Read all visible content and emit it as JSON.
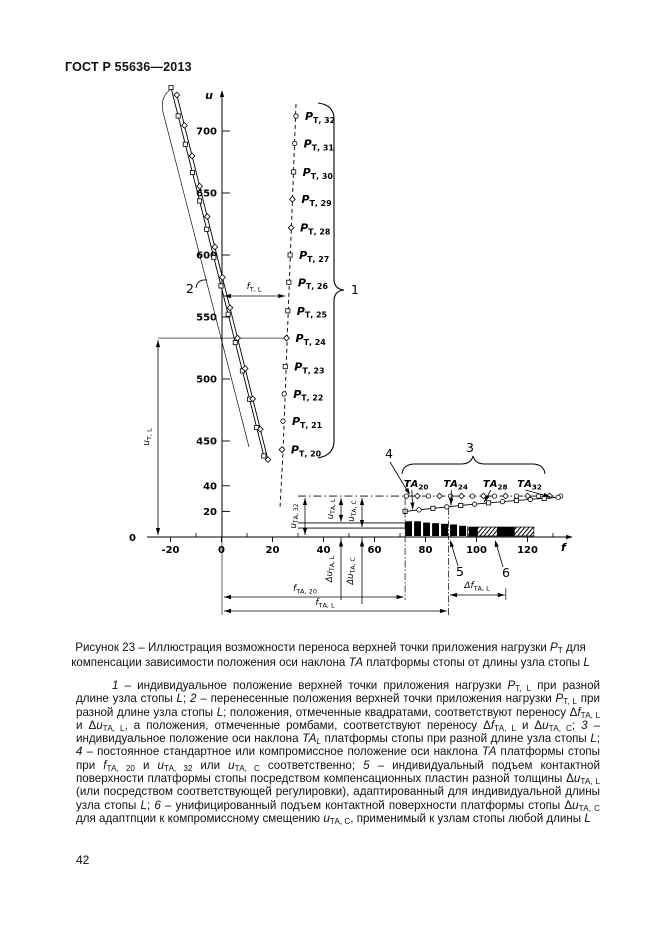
{
  "header": {
    "title": "ГОСТ Р 55636—2013"
  },
  "footer": {
    "page_number": "42"
  },
  "caption": {
    "segments": [
      {
        "t": "Рисунок 23 – Иллюстрация возможности переноса верхней точки приложения нагрузки "
      },
      {
        "t": "P",
        "s": "i"
      },
      {
        "t": "Т",
        "s": "sub"
      },
      {
        "t": " для компенсации зависимости положения оси наклона "
      },
      {
        "t": "ТА",
        "s": "i"
      },
      {
        "t": " платформы стопы от длины узла стопы "
      },
      {
        "t": "L",
        "s": "i"
      }
    ]
  },
  "legend": {
    "segments": [
      {
        "t": "1",
        "s": "i"
      },
      {
        "t": " – индивидуальное положение верхней точки приложения нагрузки "
      },
      {
        "t": "P",
        "s": "i"
      },
      {
        "t": "Т, L",
        "s": "sub"
      },
      {
        "t": " при разной длине узла стопы "
      },
      {
        "t": "L",
        "s": "i"
      },
      {
        "t": "; "
      },
      {
        "t": "2",
        "s": "i"
      },
      {
        "t": " – перенесенные положения верхней точки приложения нагрузки "
      },
      {
        "t": "P",
        "s": "i"
      },
      {
        "t": "Т, L",
        "s": "sub"
      },
      {
        "t": " при разной длине узла стопы "
      },
      {
        "t": "L",
        "s": "i"
      },
      {
        "t": "; положения, отмеченные квадратами, соответствуют переносу Δ"
      },
      {
        "t": "f",
        "s": "i"
      },
      {
        "t": "ТА, L",
        "s": "sub"
      },
      {
        "t": " и Δ"
      },
      {
        "t": "u",
        "s": "i"
      },
      {
        "t": "ТА, L",
        "s": "sub"
      },
      {
        "t": ", а положения, отмеченные ромбами, соответствуют переносу Δ"
      },
      {
        "t": "f",
        "s": "i"
      },
      {
        "t": "ТА, L",
        "s": "sub"
      },
      {
        "t": " и Δ"
      },
      {
        "t": "u",
        "s": "i"
      },
      {
        "t": "ТА, С",
        "s": "sub"
      },
      {
        "t": "; "
      },
      {
        "t": "3",
        "s": "i"
      },
      {
        "t": " – индивидуальное положение оси наклона "
      },
      {
        "t": "ТА",
        "s": "i"
      },
      {
        "t": "L",
        "s": "isub"
      },
      {
        "t": " платформы стопы при разной длине узла стопы "
      },
      {
        "t": "L",
        "s": "i"
      },
      {
        "t": "; "
      },
      {
        "t": "4",
        "s": "i"
      },
      {
        "t": " – постоянное стандартное или компромиссное положение оси наклона "
      },
      {
        "t": "ТА",
        "s": "i"
      },
      {
        "t": " платформы стопы при "
      },
      {
        "t": "f",
        "s": "i"
      },
      {
        "t": "ТА, 20",
        "s": "sub"
      },
      {
        "t": " и "
      },
      {
        "t": "u",
        "s": "i"
      },
      {
        "t": "ТА, 32",
        "s": "sub"
      },
      {
        "t": " или "
      },
      {
        "t": "u",
        "s": "i"
      },
      {
        "t": "ТА, С",
        "s": "sub"
      },
      {
        "t": " соответственно; "
      },
      {
        "t": "5",
        "s": "i"
      },
      {
        "t": " – индивидуальный подъем контактной поверхности платформы стопы посредством компенсационных пластин разной толщины Δ"
      },
      {
        "t": "u",
        "s": "i"
      },
      {
        "t": "ТА, L",
        "s": "sub"
      },
      {
        "t": " (или посредством соответствующей регулировки), адаптированный для индивидуальной длины узла стопы "
      },
      {
        "t": "L",
        "s": "i"
      },
      {
        "t": "; "
      },
      {
        "t": "6",
        "s": "i"
      },
      {
        "t": " – унифицированный подъем контактной поверхности платформы стопы Δ"
      },
      {
        "t": "u",
        "s": "i"
      },
      {
        "t": "ТА, С",
        "s": "sub"
      },
      {
        "t": " для адаптпции к компромиссному смещению "
      },
      {
        "t": "u",
        "s": "i"
      },
      {
        "t": "ТА, С",
        "s": "sub"
      },
      {
        "t": ", применимый к узлам стопы любой длины "
      },
      {
        "t": "L",
        "s": "i"
      }
    ]
  },
  "chart_data": {
    "type": "line",
    "title": "Рисунок 23",
    "axes": {
      "y_label": "u",
      "x_label": "f",
      "y_ticks_upper": [
        700,
        650,
        600,
        550,
        500,
        450
      ],
      "y_ticks_lower": [
        40,
        20
      ],
      "x_ticks": [
        -20,
        0,
        20,
        40,
        60,
        80,
        100,
        120
      ],
      "minor_x_ticks": [
        -10,
        10,
        30,
        50,
        70,
        90,
        110,
        130
      ],
      "origin_label": "0",
      "y_axis_break": true,
      "grid": false
    },
    "individual_load_points": {
      "callout": "1",
      "labels": [
        {
          "main": "P",
          "sub": "Т, 32"
        },
        {
          "main": "P",
          "sub": "Т, 31"
        },
        {
          "main": "P",
          "sub": "Т, 30"
        },
        {
          "main": "P",
          "sub": "Т, 29"
        },
        {
          "main": "P",
          "sub": "Т, 28"
        },
        {
          "main": "P",
          "sub": "Т, 27"
        },
        {
          "main": "P",
          "sub": "Т, 26"
        },
        {
          "main": "P",
          "sub": "Т, 25"
        },
        {
          "main": "P",
          "sub": "Т, 24"
        },
        {
          "main": "P",
          "sub": "Т, 23"
        },
        {
          "main": "P",
          "sub": "Т, 22"
        },
        {
          "main": "P",
          "sub": "Т, 21"
        },
        {
          "main": "P",
          "sub": "Т, 20"
        }
      ],
      "u": [
        712,
        690,
        667,
        645,
        622,
        600,
        578,
        555,
        533,
        510,
        488,
        466,
        443
      ],
      "f": [
        29.2,
        28.7,
        28.3,
        27.8,
        27.3,
        26.9,
        26.4,
        26.0,
        25.5,
        25.0,
        24.6,
        24.1,
        23.7
      ],
      "marker_cycle": [
        "circle",
        "circle",
        "square",
        "diamond",
        "diamond",
        "square",
        "square",
        "square",
        "diamond",
        "square",
        "circle",
        "circle",
        "diamond"
      ]
    },
    "transferred_load_points": {
      "callout": "2",
      "square_line": {
        "f": [
          -19.8,
          16.6
        ],
        "u": [
          735,
          438
        ]
      },
      "diamond_line": {
        "f": [
          -17.5,
          18.2
        ],
        "u": [
          729,
          435
        ]
      }
    },
    "tilt_axis_TA": {
      "callout": "3",
      "labels": [
        {
          "main": "ТА",
          "sub": "20"
        },
        {
          "main": "ТА",
          "sub": "24"
        },
        {
          "main": "ТА",
          "sub": "28"
        },
        {
          "main": "ТА",
          "sub": "32"
        }
      ],
      "label_f": [
        71.5,
        87,
        102.5,
        116
      ],
      "arrow_f": [
        75,
        90,
        103,
        129
      ],
      "upper_line": {
        "u": 32,
        "f_range": [
          72.5,
          133
        ]
      },
      "lower_line": {
        "f_range": [
          72,
          132
        ],
        "u_range": [
          20,
          31
        ]
      }
    },
    "constant_axis_line": {
      "callout": "4",
      "u": 32,
      "f_range": [
        30,
        133
      ]
    },
    "ref_lines": {
      "double_line_u": [
        11,
        7
      ],
      "double_line_f_range": [
        30,
        72
      ]
    },
    "plates_individual": {
      "callout": "5",
      "f_start": 72,
      "heights_u": [
        11.5,
        11.5,
        10.5,
        10,
        9.5,
        9,
        8
      ]
    },
    "plates_unified": {
      "callout": "6",
      "f_range": [
        96.5,
        122.5
      ],
      "height_u": 7,
      "dark_segments_f": [
        [
          97,
          100.5
        ],
        [
          108,
          115
        ]
      ]
    },
    "dimensions": {
      "f_T_L": {
        "label": {
          "main": "f",
          "sub": "Т, L"
        },
        "value": 25
      },
      "u_T_L": {
        "label": {
          "main": "u",
          "sub": "Т, L"
        },
        "value": 533
      },
      "u_TA_32": {
        "label": {
          "main": "u",
          "sub": "ТА, 32"
        },
        "value": 32
      },
      "u_TA_L": {
        "label": {
          "main": "u",
          "sub": "ТА, L"
        }
      },
      "u_TA_C": {
        "label": {
          "main": "u",
          "sub": "ТА, С"
        }
      },
      "du_TA_L": {
        "label": {
          "main": "Δu",
          "sub": "ТА, L"
        }
      },
      "du_TA_C": {
        "label": {
          "main": "Δu",
          "sub": "ТА, С"
        }
      },
      "f_TA_20": {
        "label": {
          "main": "f",
          "sub": "ТА, 20"
        },
        "value": 72
      },
      "f_TA_L": {
        "label": {
          "main": "f",
          "sub": "ТА, L"
        },
        "value": 89
      },
      "df_TA_L": {
        "label": {
          "main": "Δf",
          "sub": "ТА, L"
        },
        "value": 22.5
      }
    },
    "callout_labels": {
      "c1": "1",
      "c2": "2",
      "c3": "3",
      "c4": "4",
      "c5": "5",
      "c6": "6"
    }
  }
}
